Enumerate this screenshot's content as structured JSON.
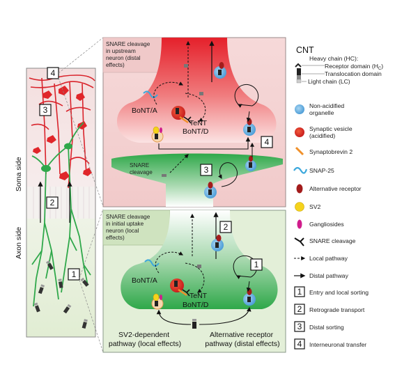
{
  "neuron_overview": {
    "soma_side": "Soma side",
    "axon_side": "Axon side",
    "step_labels": [
      "4",
      "3",
      "2",
      "1"
    ]
  },
  "upper_synapse": {
    "caption": [
      "SNARE cleavage",
      "in upstream",
      "neuron (distal",
      "effects)"
    ],
    "bont_a": "BoNT/A",
    "tent": "TeNT",
    "bont_d": "BoNT/D",
    "snare_cleavage": [
      "SNARE",
      "cleavage"
    ],
    "step_labels": [
      "4",
      "3"
    ]
  },
  "lower_synapse": {
    "caption": [
      "SNARE cleavage",
      "in initial uptake",
      "neuron (local",
      "effects)"
    ],
    "bont_a": "BoNT/A",
    "tent": "TeNT",
    "bont_d": "BoNT/D",
    "step_labels": [
      "2",
      "1"
    ],
    "sv2_pathway": [
      "SV2-dependent",
      "pathway (local effects)"
    ],
    "alt_pathway": [
      "Alternative receptor",
      "pathway (distal effects)"
    ]
  },
  "legend": {
    "title": "CNT",
    "heavy_chain": "Heavy chain (HC):",
    "receptor_domain": "Receptor domain (H",
    "receptor_domain_sub": "C",
    "receptor_domain_end": ")",
    "translocation_domain": "Translocation domain",
    "light_chain": "Light chain (LC)",
    "items": [
      {
        "icon": "non-acidified-organelle-icon",
        "label": [
          "Non-acidified",
          "organelle"
        ]
      },
      {
        "icon": "synaptic-vesicle-icon",
        "label": [
          "Synaptic vesicle",
          "(acidified)"
        ]
      },
      {
        "icon": "synaptobrevin-icon",
        "label": [
          "Synaptobrevin 2"
        ]
      },
      {
        "icon": "snap25-icon",
        "label": [
          "SNAP-25"
        ]
      },
      {
        "icon": "alternative-receptor-icon",
        "label": [
          "Alternative receptor"
        ]
      },
      {
        "icon": "sv2-icon",
        "label": [
          "SV2"
        ]
      },
      {
        "icon": "gangliosides-icon",
        "label": [
          "Gangliosides"
        ]
      },
      {
        "icon": "snare-cleavage-icon",
        "label": [
          "SNARE cleavage"
        ]
      },
      {
        "icon": "local-pathway-icon",
        "label": [
          "Local pathway"
        ]
      },
      {
        "icon": "distal-pathway-icon",
        "label": [
          "Distal pathway"
        ]
      }
    ],
    "steps": [
      {
        "num": "1",
        "label": "Entry and local sorting"
      },
      {
        "num": "2",
        "label": "Retrograde transport"
      },
      {
        "num": "3",
        "label": "Distal sorting"
      },
      {
        "num": "4",
        "label": "Interneuronal transfer"
      }
    ]
  },
  "colors": {
    "red": "#e0262a",
    "green": "#2fa84a",
    "pink_bg": "#f5dede",
    "green_bg": "#e3efd8",
    "blue": "#6ab3e3",
    "yellow": "#f5d31c",
    "orange": "#f0902a",
    "magenta": "#d01d8c",
    "darkred": "#a31c1c"
  }
}
